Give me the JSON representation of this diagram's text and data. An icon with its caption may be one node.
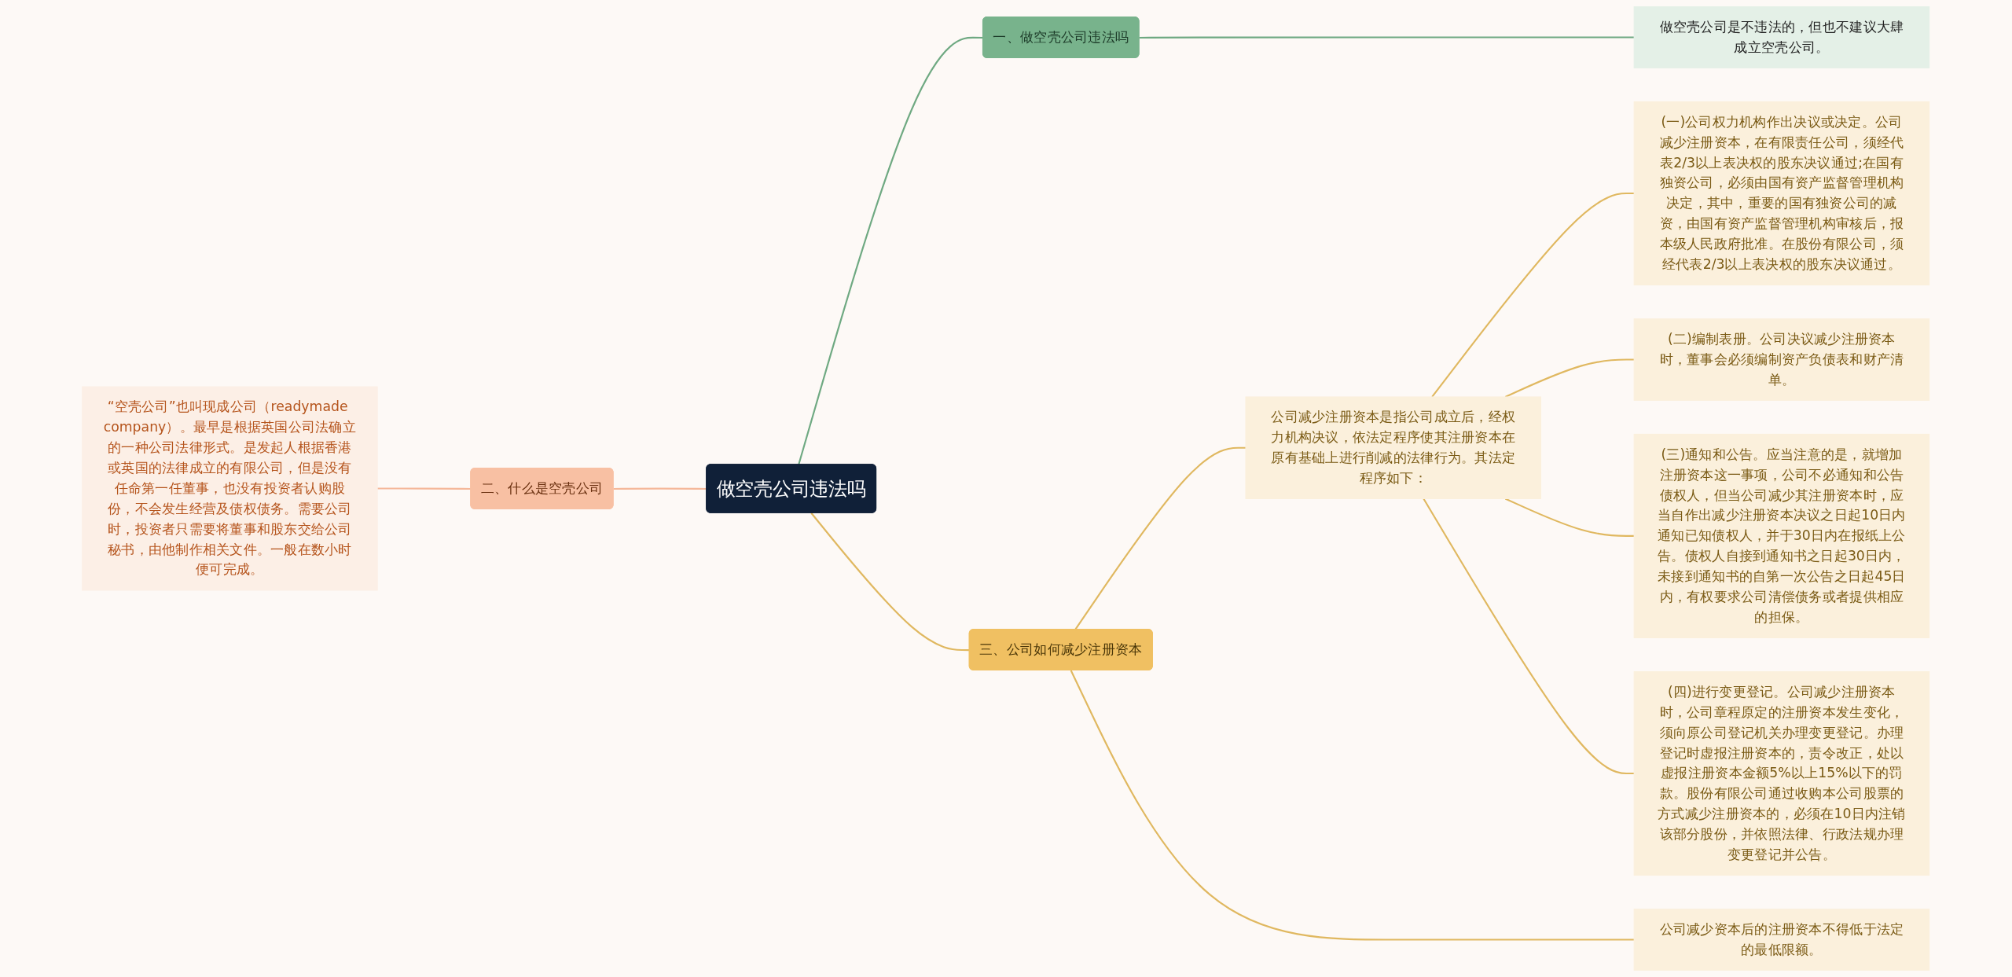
{
  "diagram": {
    "nodes": [
      {
        "text": [
          "做空壳公司违法吗"
        ]
      },
      {
        "text": [
          "一、做空壳公司违法吗"
        ]
      },
      {
        "text": [
          "做空壳公司是不违法的，但也不建议大肆成立空壳公司。"
        ]
      },
      {
        "text": [
          "二、什么是空壳公司"
        ]
      },
      {
        "text": [
          "“空壳公司”也叫现成公司（readymade company）。最早是根据英国公司法确立的一种公司法律形式。是发起人根据香港或英国的法律成立的有限公司，但是没有任命第一任董事，也没有投资者认购股份，不会发生经营及债权债务。需要公司时，投资者只需要将董事和股东交给公司秘书，由他制作相关文件。一般在数小时便可完成。"
        ]
      },
      {
        "text": [
          "三、公司如何减少注册资本"
        ]
      },
      {
        "text": [
          "公司减少注册资本是指公司成立后，经权力机构决议，依法定程序使其注册资本在原有基础上进行削减的法律行为。其法定程序如下："
        ]
      },
      {
        "text": [
          "(一)公司权力机构作出决议或决定。公司减少注册资本，在有限责任公司，须经代表2/3以上表决权的股东决议通过;在国有独资公司，必须由国有资产监督管理机构决定，其中，重要的国有独资公司的减资，由国有资产监督管理机构审核后，报本级人民政府批准。在股份有限公司，须经代表2/3以上表决权的股东决议通过。"
        ]
      },
      {
        "text": [
          "(二)编制表册。公司决议减少注册资本时，董事会必须编制资产负债表和财产清单。"
        ]
      },
      {
        "text": [
          "(三)通知和公告。应当注意的是，就增加注册资本这一事项，公司不必通知和公告债权人，但当公司减少其注册资本时，应当自作出减少注册资本决议之日起10日内通知已知债权人，并于30日内在报纸上公告。债权人自接到通知书之日起30日内，未接到通知书的自第一次公告之日起45日内，有权要求公司清偿债务或者提供相应的担保。"
        ]
      },
      {
        "text": [
          "(四)进行变更登记。公司减少注册资本时，公司章程原定的注册资本发生变化，须向原公司登记机关办理变更登记。办理登记时虚报注册资本的，责令改正，处以虚报注册资本金额5%以上15%以下的罚款。股份有限公司通过收购本公司股票的方式减少注册资本的，必须在10日内注销该部分股份，并依照法律、行政法规办理变更登记并公告。"
        ]
      },
      {
        "text": [
          "公司减少资本后的注册资本不得低于法定的最低限额。"
        ]
      }
    ],
    "edges": [
      {
        "from": 0,
        "to": 1,
        "arrow": "none",
        "color": "#6fa982"
      },
      {
        "from": 1,
        "to": 2,
        "arrow": "none",
        "color": "#6fa982"
      },
      {
        "from": 0,
        "to": 3,
        "arrow": "none",
        "color": "#f5b89a"
      },
      {
        "from": 3,
        "to": 4,
        "arrow": "none",
        "color": "#f5b89a"
      },
      {
        "from": 0,
        "to": 5,
        "arrow": "none"
      },
      {
        "from": 5,
        "to": 6,
        "arrow": "none"
      },
      {
        "from": 6,
        "to": 7,
        "arrow": "none"
      },
      {
        "from": 6,
        "to": 8,
        "arrow": "none"
      },
      {
        "from": 6,
        "to": 9,
        "arrow": "none"
      },
      {
        "from": 6,
        "to": 10,
        "arrow": "none"
      },
      {
        "from": 5,
        "to": 11,
        "arrow": "none"
      }
    ]
  }
}
